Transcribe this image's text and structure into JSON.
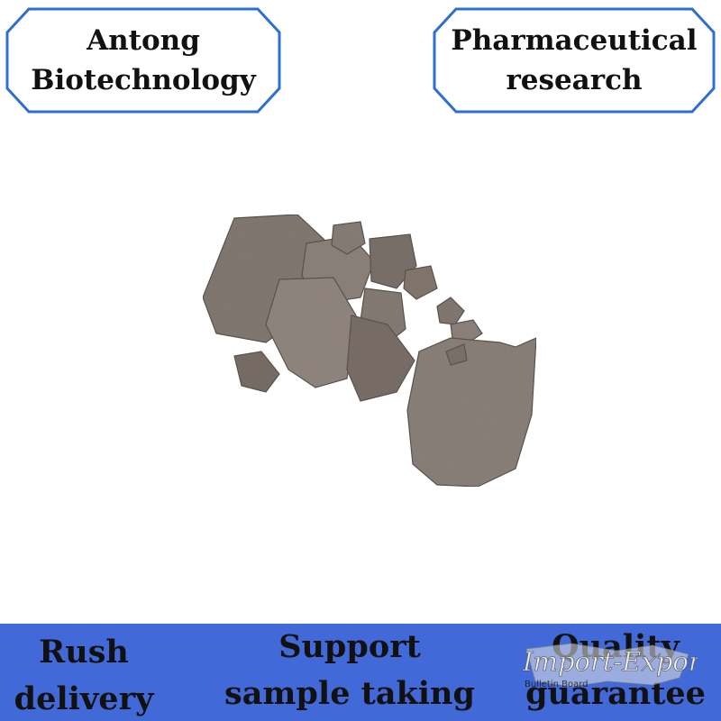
{
  "badges": {
    "left": {
      "line1": "Antong",
      "line2": "Biotechnology"
    },
    "right": {
      "line1": "Pharmaceutical",
      "line2": "research"
    }
  },
  "product": {
    "icon": "gray-rock-chunks-image"
  },
  "footer": {
    "features": [
      {
        "line1": "Rush",
        "line2": "delivery"
      },
      {
        "line1": "Support",
        "line2": "sample taking"
      },
      {
        "line1": "Quality",
        "line2": "guarantee"
      }
    ]
  },
  "watermark": {
    "line1": "Import-Export",
    "line2": "Bulletin Board"
  },
  "colors": {
    "badge_border": "#2e6fd0",
    "footer_bg": "#4169d8",
    "text": "#111111",
    "stone": "#8a7e78"
  }
}
